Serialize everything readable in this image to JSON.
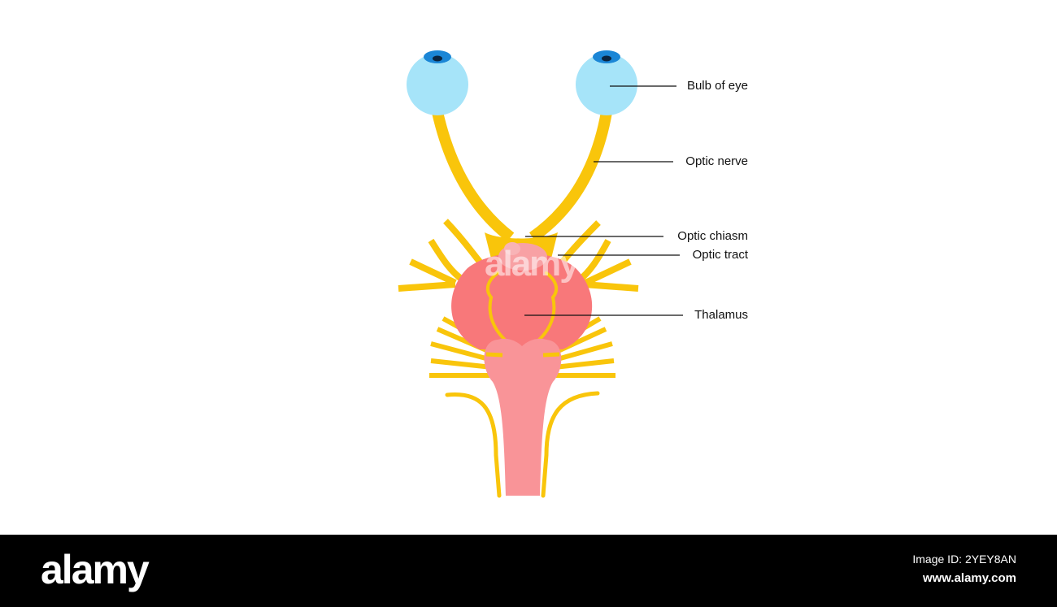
{
  "labels": {
    "bulb_of_eye": "Bulb of eye",
    "optic_nerve": "Optic nerve",
    "optic_chiasm": "Optic chiasm",
    "optic_tract": "Optic tract",
    "thalamus": "Thalamus"
  },
  "footer": {
    "brand": "alamy",
    "image_id": "Image ID: 2YEY8AN",
    "url": "www.alamy.com"
  },
  "watermark": "alamy",
  "colors": {
    "nerve": "#f9c50b",
    "eye": "#a6e4f9",
    "iris": "#1b86d6",
    "pupil": "#0a2540",
    "thalamus": "#f8787a",
    "brainstem": "#f99498",
    "chiasm_blob": "#f8a1a4",
    "footer_bg": "#000000"
  }
}
